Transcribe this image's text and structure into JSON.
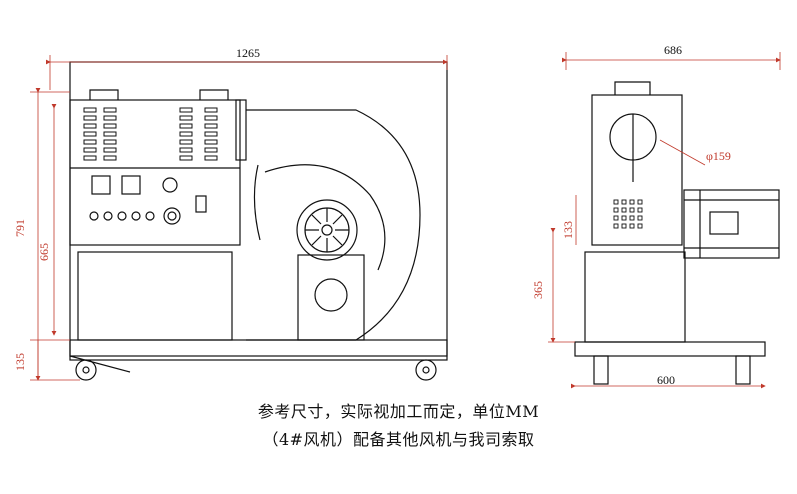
{
  "dimensions": {
    "front_width": "1265",
    "front_height_total": "791",
    "front_height_upper": "665",
    "front_height_base": "135",
    "side_width_top": "686",
    "side_width_bottom": "600",
    "side_height_frame": "365",
    "side_small": "133",
    "pipe_diameter": "φ159"
  },
  "caption": {
    "line1": "参考尺寸，实际视加工而定，单位MM",
    "line2": "（4#风机）配备其他风机与我司索取"
  }
}
